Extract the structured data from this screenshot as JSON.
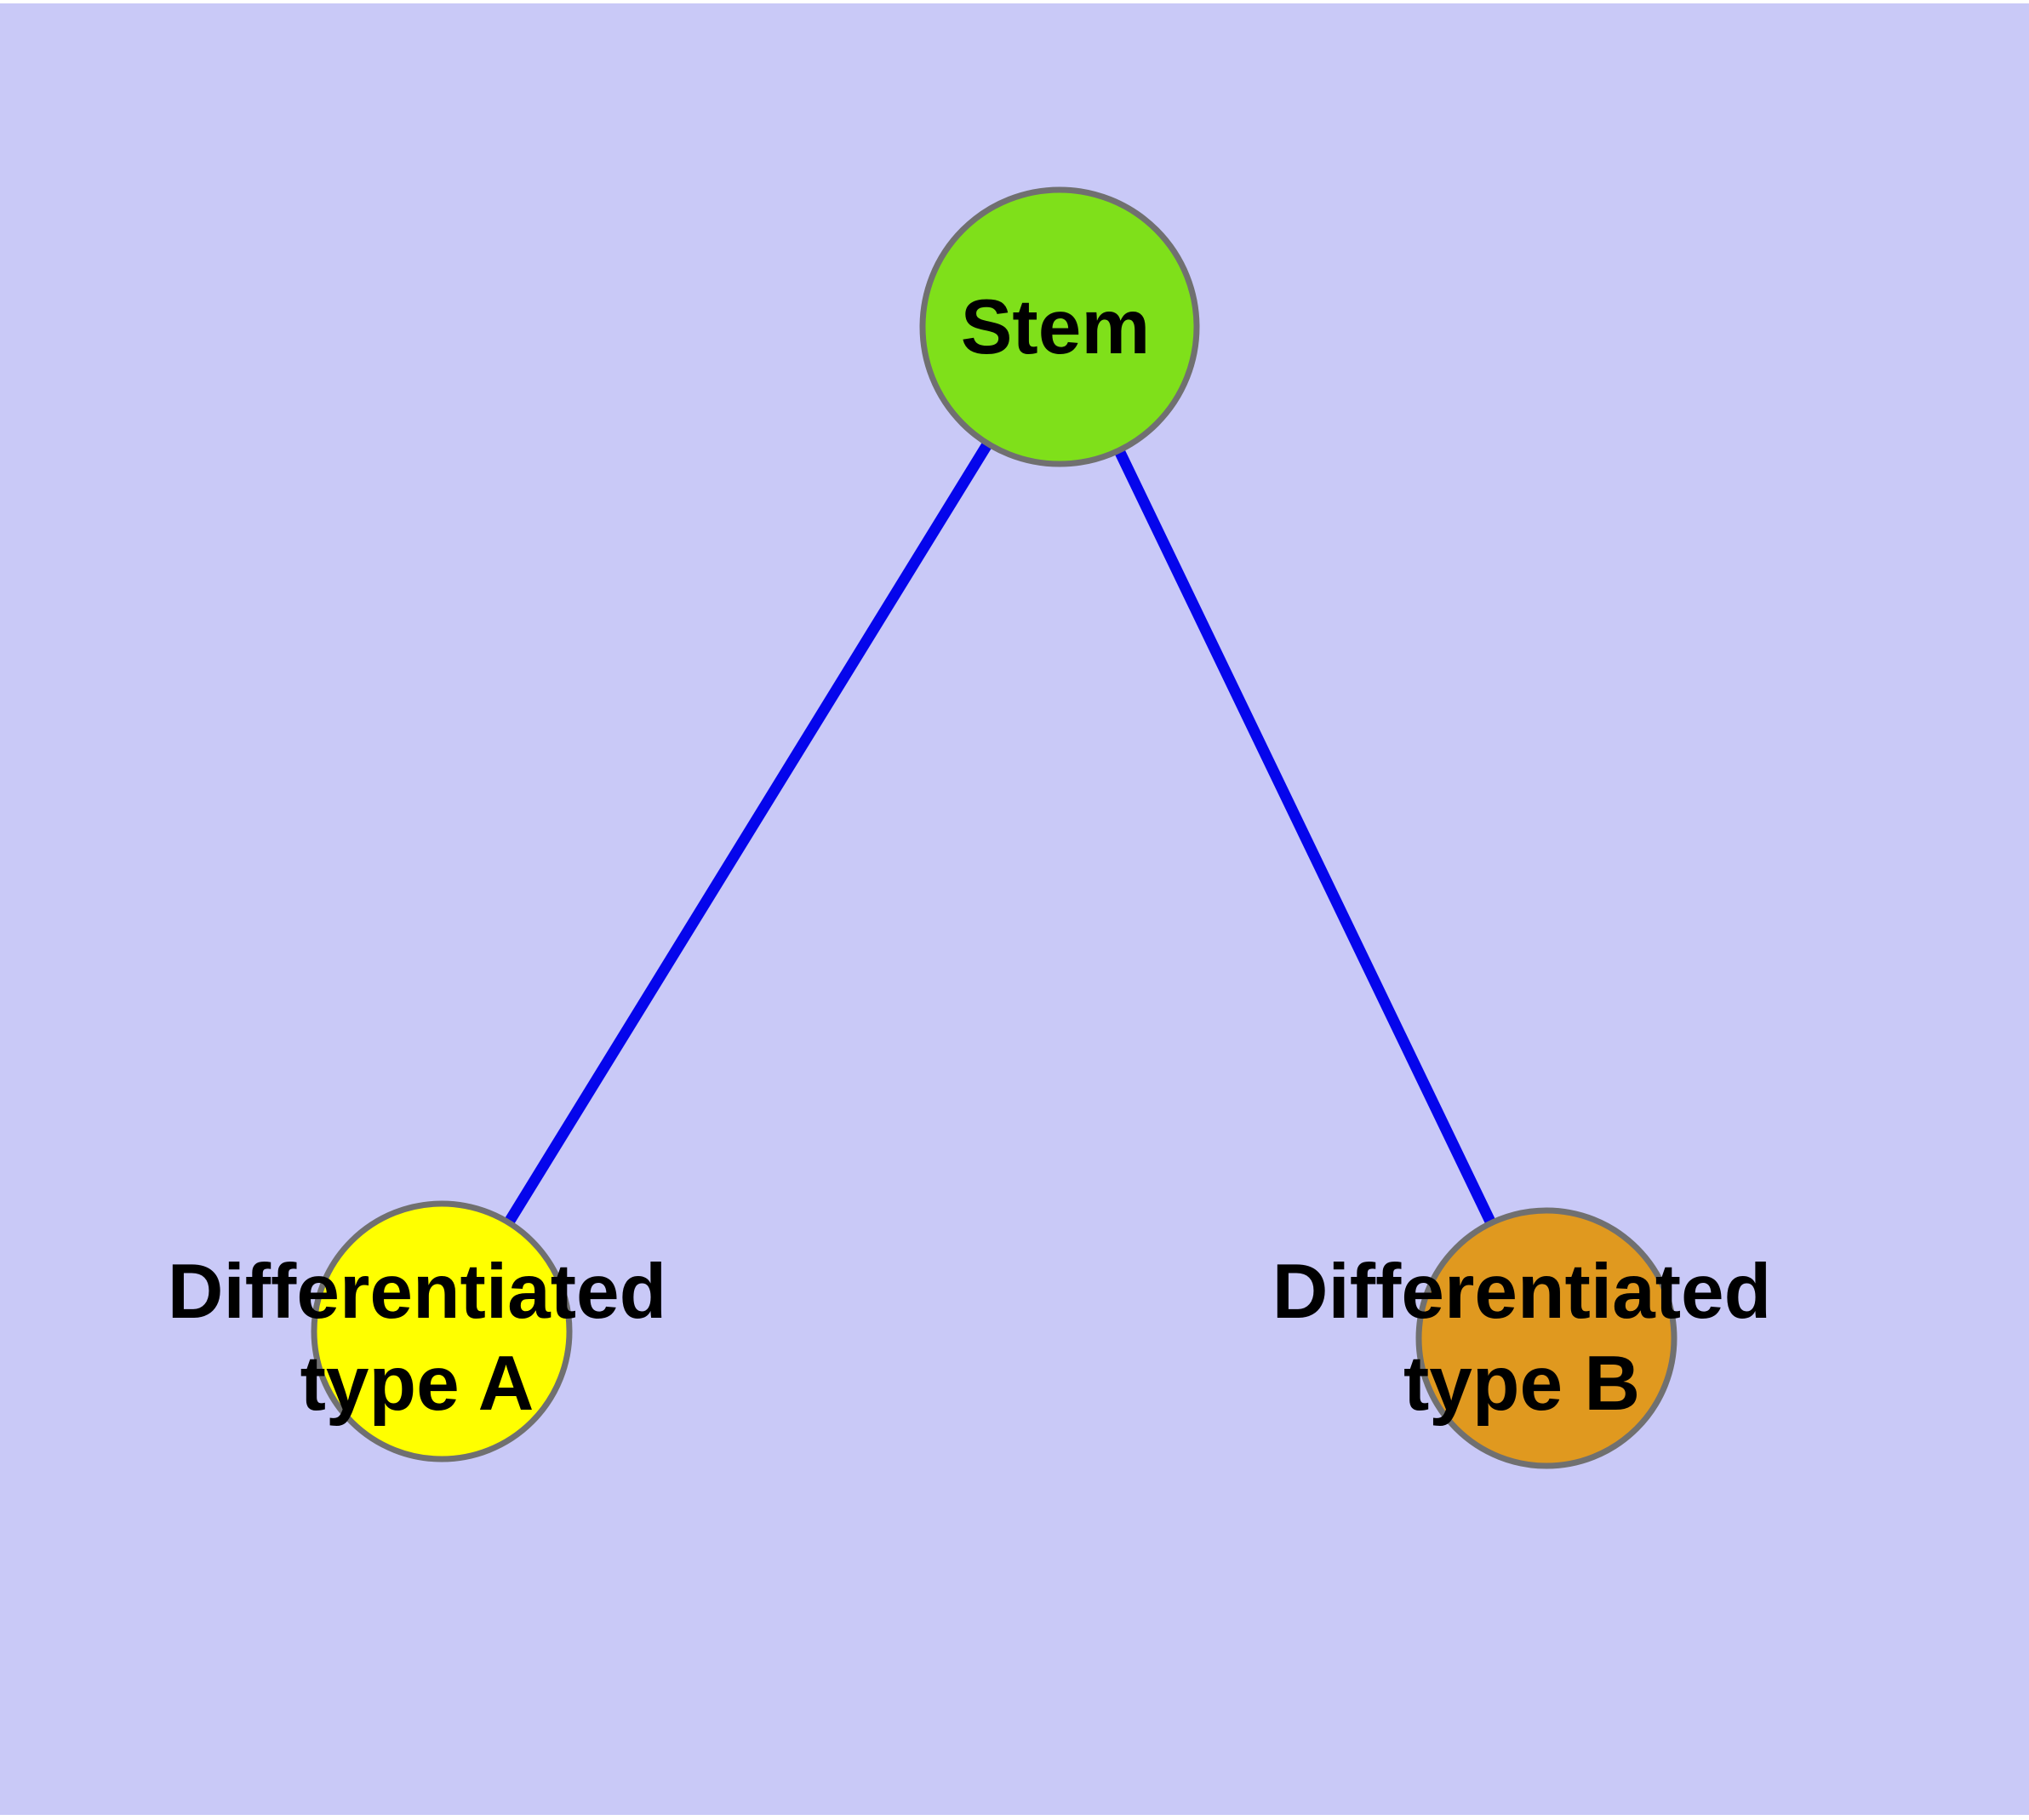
{
  "diagram": {
    "colors": {
      "background": "#c9c9f7",
      "page_margin": "#ffffff",
      "node_border": "#707070",
      "edge": "#0505ec",
      "label": "#000000"
    },
    "nodes": [
      {
        "id": "stem",
        "label": "Stem",
        "lines": [
          "Stem"
        ],
        "fill": "#7fe01a"
      },
      {
        "id": "differentiated-type-a",
        "label": "Differentiated type A",
        "lines": [
          "Differentiated",
          "type A"
        ],
        "fill": "#ffff00"
      },
      {
        "id": "differentiated-type-b",
        "label": "Differentiated type B",
        "lines": [
          "Differentiated",
          "type B"
        ],
        "fill": "#e0991f"
      }
    ],
    "edges": [
      {
        "from": "Stem",
        "to": "Differentiated type A"
      },
      {
        "from": "Stem",
        "to": "Differentiated type B"
      }
    ]
  }
}
